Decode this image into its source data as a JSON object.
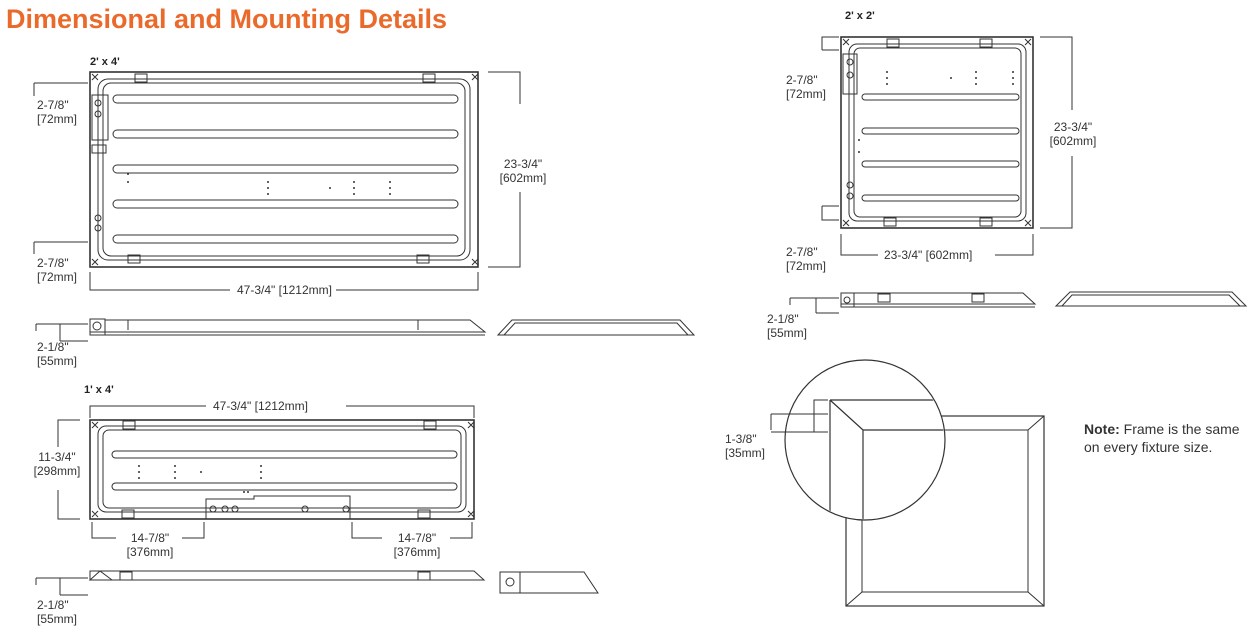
{
  "title": "Dimensional and Mounting Details",
  "sections": {
    "two_by_four": {
      "label": "2' x 4'",
      "dim_top": "2-7/8\"",
      "dim_top_mm": "[72mm]",
      "dim_bottom": "2-7/8\"",
      "dim_bottom_mm": "[72mm]",
      "height": "23-3/4\"",
      "height_mm": "[602mm]",
      "width": "47-3/4\" [1212mm]",
      "depth": "2-1/8\"",
      "depth_mm": "[55mm]"
    },
    "one_by_four": {
      "label": "1' x 4'",
      "width": "47-3/4\" [1212mm]",
      "height": "11-3/4\"",
      "height_mm": "[298mm]",
      "left_offset": "14-7/8\"",
      "left_offset_mm": "[376mm]",
      "right_offset": "14-7/8\"",
      "right_offset_mm": "[376mm]",
      "depth": "2-1/8\"",
      "depth_mm": "[55mm]"
    },
    "two_by_two": {
      "label": "2' x 2'",
      "dim_top": "2-7/8\"",
      "dim_top_mm": "[72mm]",
      "dim_bottom": "2-7/8\"",
      "dim_bottom_mm": "[72mm]",
      "height": "23-3/4\"",
      "height_mm": "[602mm]",
      "width": "23-3/4\" [602mm]",
      "depth": "2-1/8\"",
      "depth_mm": "[55mm]"
    },
    "frame": {
      "dim": "1-3/8\"",
      "dim_mm": "[35mm]",
      "note_bold": "Note:",
      "note_text": "Frame is the same on every fixture size."
    }
  }
}
